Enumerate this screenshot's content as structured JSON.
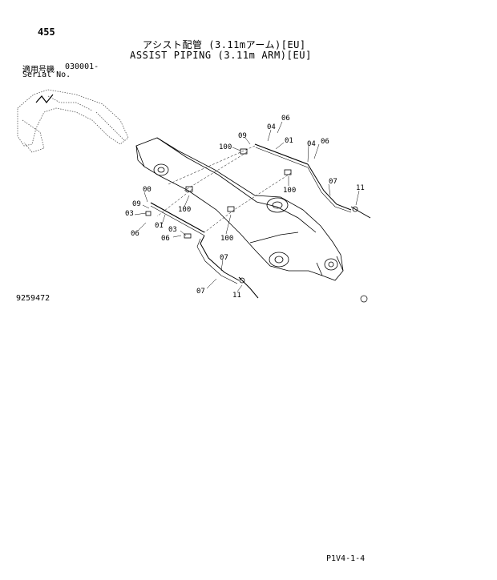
{
  "page_number": "455",
  "title_jp": "アシスト配管 (3.11mアーム)[EU]",
  "title_en": "ASSIST PIPING (3.11m ARM)[EU]",
  "serial": {
    "label_jp": "適用号機",
    "label_en": "Serial No.",
    "value": "030001-"
  },
  "drawing_number": "9259472",
  "footer_code": "P1V4-1-4",
  "diagram": {
    "part_labels": [
      "06",
      "04",
      "09",
      "100",
      "01",
      "04",
      "06",
      "100",
      "07",
      "11",
      "00",
      "09",
      "03",
      "06",
      "100",
      "01",
      "03",
      "06",
      "100",
      "07",
      "07",
      "11"
    ]
  }
}
